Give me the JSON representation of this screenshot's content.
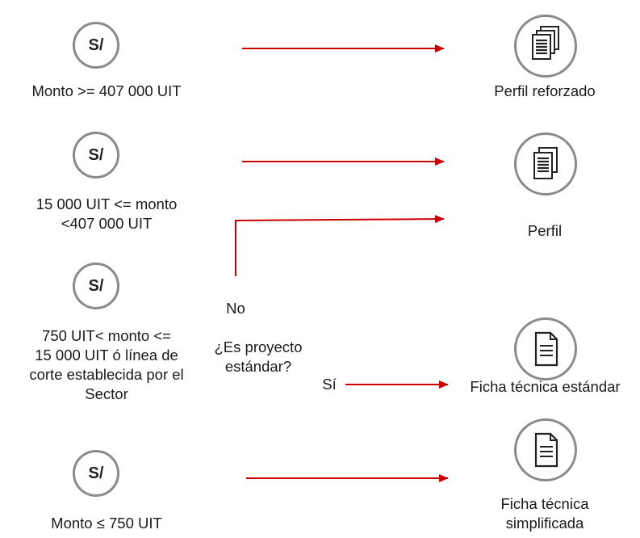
{
  "currency_symbol": "S/",
  "ranges": [
    {
      "lines": [
        "Monto >= 407 000 UIT"
      ]
    },
    {
      "lines": [
        "15 000 UIT <= monto",
        "<407 000 UIT"
      ]
    },
    {
      "lines": [
        "750 UIT< monto <=",
        "15 000 UIT ó línea de",
        "corte establecida por el",
        "Sector"
      ]
    },
    {
      "lines": [
        "Monto ≤ 750 UIT"
      ]
    }
  ],
  "outcomes": [
    {
      "icon": "stacked-documents-icon",
      "lines": [
        "Perfil reforzado"
      ]
    },
    {
      "icon": "double-document-icon",
      "lines": [
        "Perfil"
      ]
    },
    {
      "icon": "single-document-icon",
      "lines": [
        "Ficha técnica estándar"
      ]
    },
    {
      "icon": "single-document-icon",
      "lines": [
        "Ficha técnica",
        "simplificada"
      ]
    }
  ],
  "decision": {
    "question_lines": [
      "¿Es proyecto",
      "estándar?"
    ],
    "no_label": "No",
    "yes_label": "Sí"
  },
  "colors": {
    "arrow": "#cc0000",
    "circle_border": "#8a8a8a",
    "text": "#1a1a1a"
  }
}
